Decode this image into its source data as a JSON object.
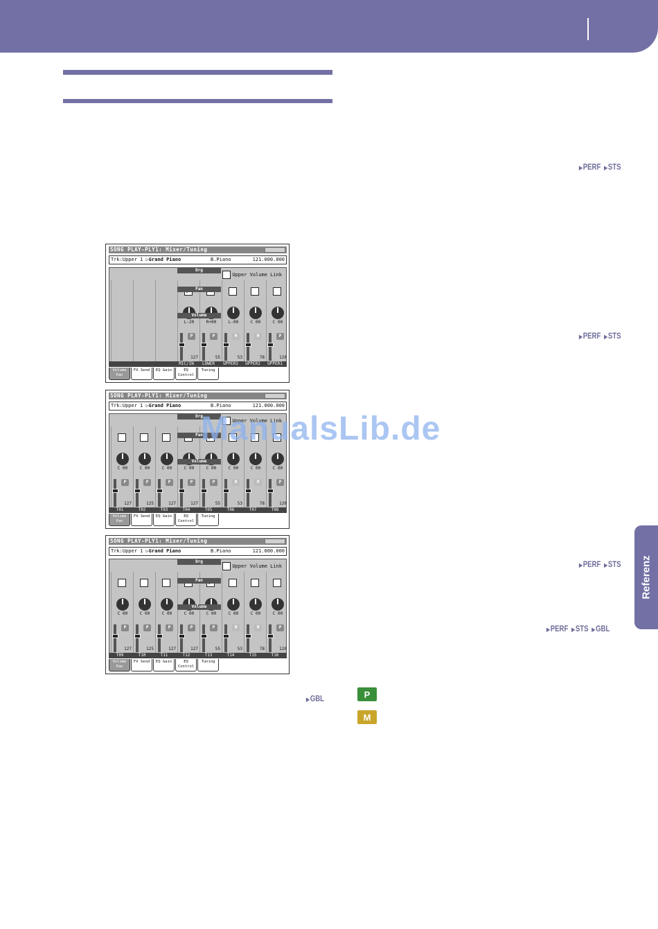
{
  "page": {
    "side_tab": "Referenz",
    "watermark": "ManualsLib.de",
    "icons": [
      {
        "name": "p-icon",
        "label": "P",
        "color": "#3a8f3a"
      },
      {
        "name": "m-icon",
        "label": "M",
        "color": "#c9a52a"
      }
    ]
  },
  "markers": {
    "m1": [
      "PERF",
      "STS"
    ],
    "m2": [
      "PERF",
      "STS"
    ],
    "m3": [
      "PERF",
      "STS"
    ],
    "m4": [
      "PERF",
      "STS",
      "GBL"
    ],
    "m5": [
      "GBL"
    ]
  },
  "screens": [
    {
      "title": "SONG PLAY-PLY1: Mixer/Tuning",
      "track": "Trk:Upper 1 ",
      "arrow": "▷",
      "sound": "Grand Piano",
      "category": "B.Piano",
      "number": "121.000.000",
      "uvl": "Upper Volume Link",
      "drum_label": "Drg",
      "pan_label": "Pan",
      "volume_label": "Volume",
      "channels": [
        {
          "empty": true
        },
        {
          "empty": true
        },
        {
          "empty": true
        },
        {
          "name": "MIC/IN",
          "check": true,
          "pan": "L-20",
          "pm": "P",
          "vol": "127"
        },
        {
          "name": "LOWER",
          "check": false,
          "pan": "R+00",
          "pm": "P",
          "vol": "55"
        },
        {
          "name": "UPPER3",
          "check": false,
          "pan": "L-00",
          "pm": "M",
          "vol": "53"
        },
        {
          "name": "UPPER2",
          "check": false,
          "pan": "C 00",
          "pm": "M",
          "vol": "78"
        },
        {
          "name": "UPPER1",
          "check": false,
          "pan": "C 00",
          "pm": "P",
          "vol": "120"
        }
      ],
      "tabs": [
        "Volume Pan",
        "FX Send",
        "EQ Gain",
        "EQ Control",
        "Tuning"
      ]
    },
    {
      "title": "SONG PLAY-PLY1: Mixer/Tuning",
      "track": "Trk:Upper 1 ",
      "arrow": "▷",
      "sound": "Grand Piano",
      "category": "B.Piano",
      "number": "121.000.000",
      "uvl": "Upper Volume Link",
      "drum_label": "Drg",
      "pan_label": "Pan",
      "volume_label": "Volume",
      "channels": [
        {
          "name": "T01",
          "check": false,
          "pan": "C 00",
          "pm": "P",
          "vol": "127"
        },
        {
          "name": "T02",
          "check": false,
          "pan": "C 00",
          "pm": "P",
          "vol": "125"
        },
        {
          "name": "T03",
          "check": false,
          "pan": "C 00",
          "pm": "P",
          "vol": "127"
        },
        {
          "name": "T04",
          "check": false,
          "pan": "C 00",
          "pm": "P",
          "vol": "127"
        },
        {
          "name": "T05",
          "check": true,
          "pan": "C 00",
          "pm": "P",
          "vol": "55"
        },
        {
          "name": "T06",
          "check": false,
          "pan": "C 00",
          "pm": "M",
          "vol": "53"
        },
        {
          "name": "T07",
          "check": false,
          "pan": "C 00",
          "pm": "M",
          "vol": "78"
        },
        {
          "name": "T08",
          "check": false,
          "pan": "C 00",
          "pm": "P",
          "vol": "120"
        }
      ],
      "tabs": [
        "Volume Pan",
        "FX Send",
        "EQ Gain",
        "EQ Control",
        "Tuning"
      ]
    },
    {
      "title": "SONG PLAY-PLY1: Mixer/Tuning",
      "track": "Trk:Upper 1 ",
      "arrow": "▷",
      "sound": "Grand Piano",
      "category": "B.Piano",
      "number": "121.000.000",
      "uvl": "Upper Volume Link",
      "drum_label": "Drg",
      "pan_label": "Pan",
      "volume_label": "Volume",
      "channels": [
        {
          "name": "T09",
          "check": false,
          "pan": "C 00",
          "pm": "P",
          "vol": "127"
        },
        {
          "name": "T10",
          "check": false,
          "pan": "C 00",
          "pm": "P",
          "vol": "125"
        },
        {
          "name": "T11",
          "check": false,
          "pan": "C 00",
          "pm": "P",
          "vol": "127"
        },
        {
          "name": "T12",
          "check": false,
          "pan": "C 00",
          "pm": "P",
          "vol": "127"
        },
        {
          "name": "T13",
          "check": true,
          "pan": "C 00",
          "pm": "P",
          "vol": "55"
        },
        {
          "name": "T14",
          "check": false,
          "pan": "C 00",
          "pm": "M",
          "vol": "53"
        },
        {
          "name": "T15",
          "check": false,
          "pan": "C 00",
          "pm": "M",
          "vol": "78"
        },
        {
          "name": "T16",
          "check": false,
          "pan": "C 00",
          "pm": "P",
          "vol": "120"
        }
      ],
      "tabs": [
        "Volume Pan",
        "FX Send",
        "EQ Gain",
        "EQ Control",
        "Tuning"
      ]
    }
  ]
}
